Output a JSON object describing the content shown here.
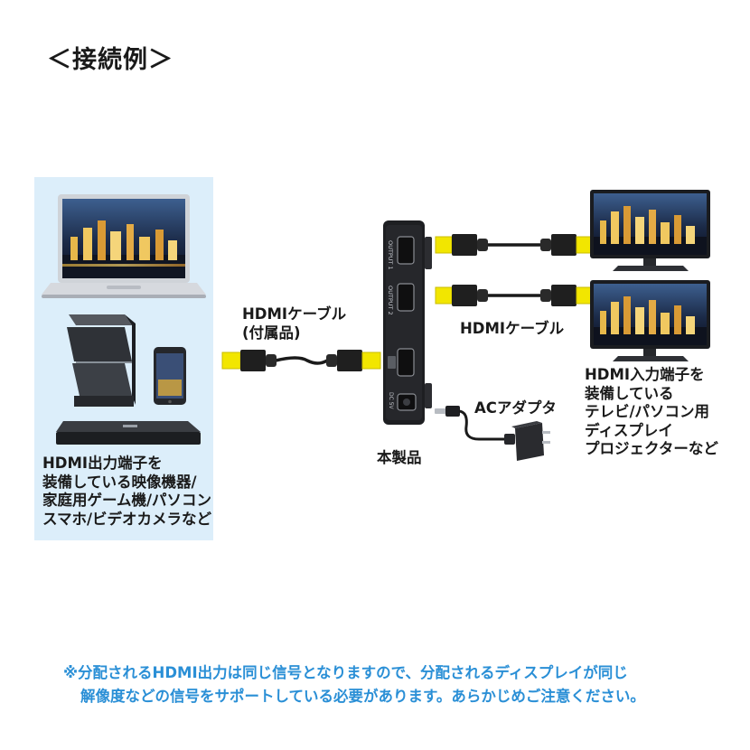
{
  "title": "＜接続例＞",
  "sources": {
    "caption": [
      "HDMI出力端子を",
      "装備している映像機器/",
      "家庭用ゲーム機/パソコン",
      "スマホ/ビデオカメラなど"
    ]
  },
  "cable_in": {
    "label": [
      "HDMIケーブル",
      "(付属品)"
    ]
  },
  "product": {
    "label": "本製品",
    "port1": "OUTPUT 1",
    "port2": "OUTPUT 2",
    "port_dc": "DC 5V"
  },
  "cable_out": {
    "label": "HDMIケーブル"
  },
  "adapter": {
    "label": "ACアダプタ"
  },
  "displays": {
    "caption": [
      "HDMI入力端子を",
      "装備している",
      "テレビ/パソコン用",
      "ディスプレイ",
      "プロジェクターなど"
    ]
  },
  "note": {
    "line1": "※分配されるHDMI出力は同じ信号となりますので、分配されるディスプレイが同じ",
    "line2": "解像度などの信号をサポートしている必要があります。あらかじめご注意ください。"
  },
  "colors": {
    "panel": "#dceefa",
    "note": "#2a8fd6",
    "connector": "#f2e600"
  }
}
